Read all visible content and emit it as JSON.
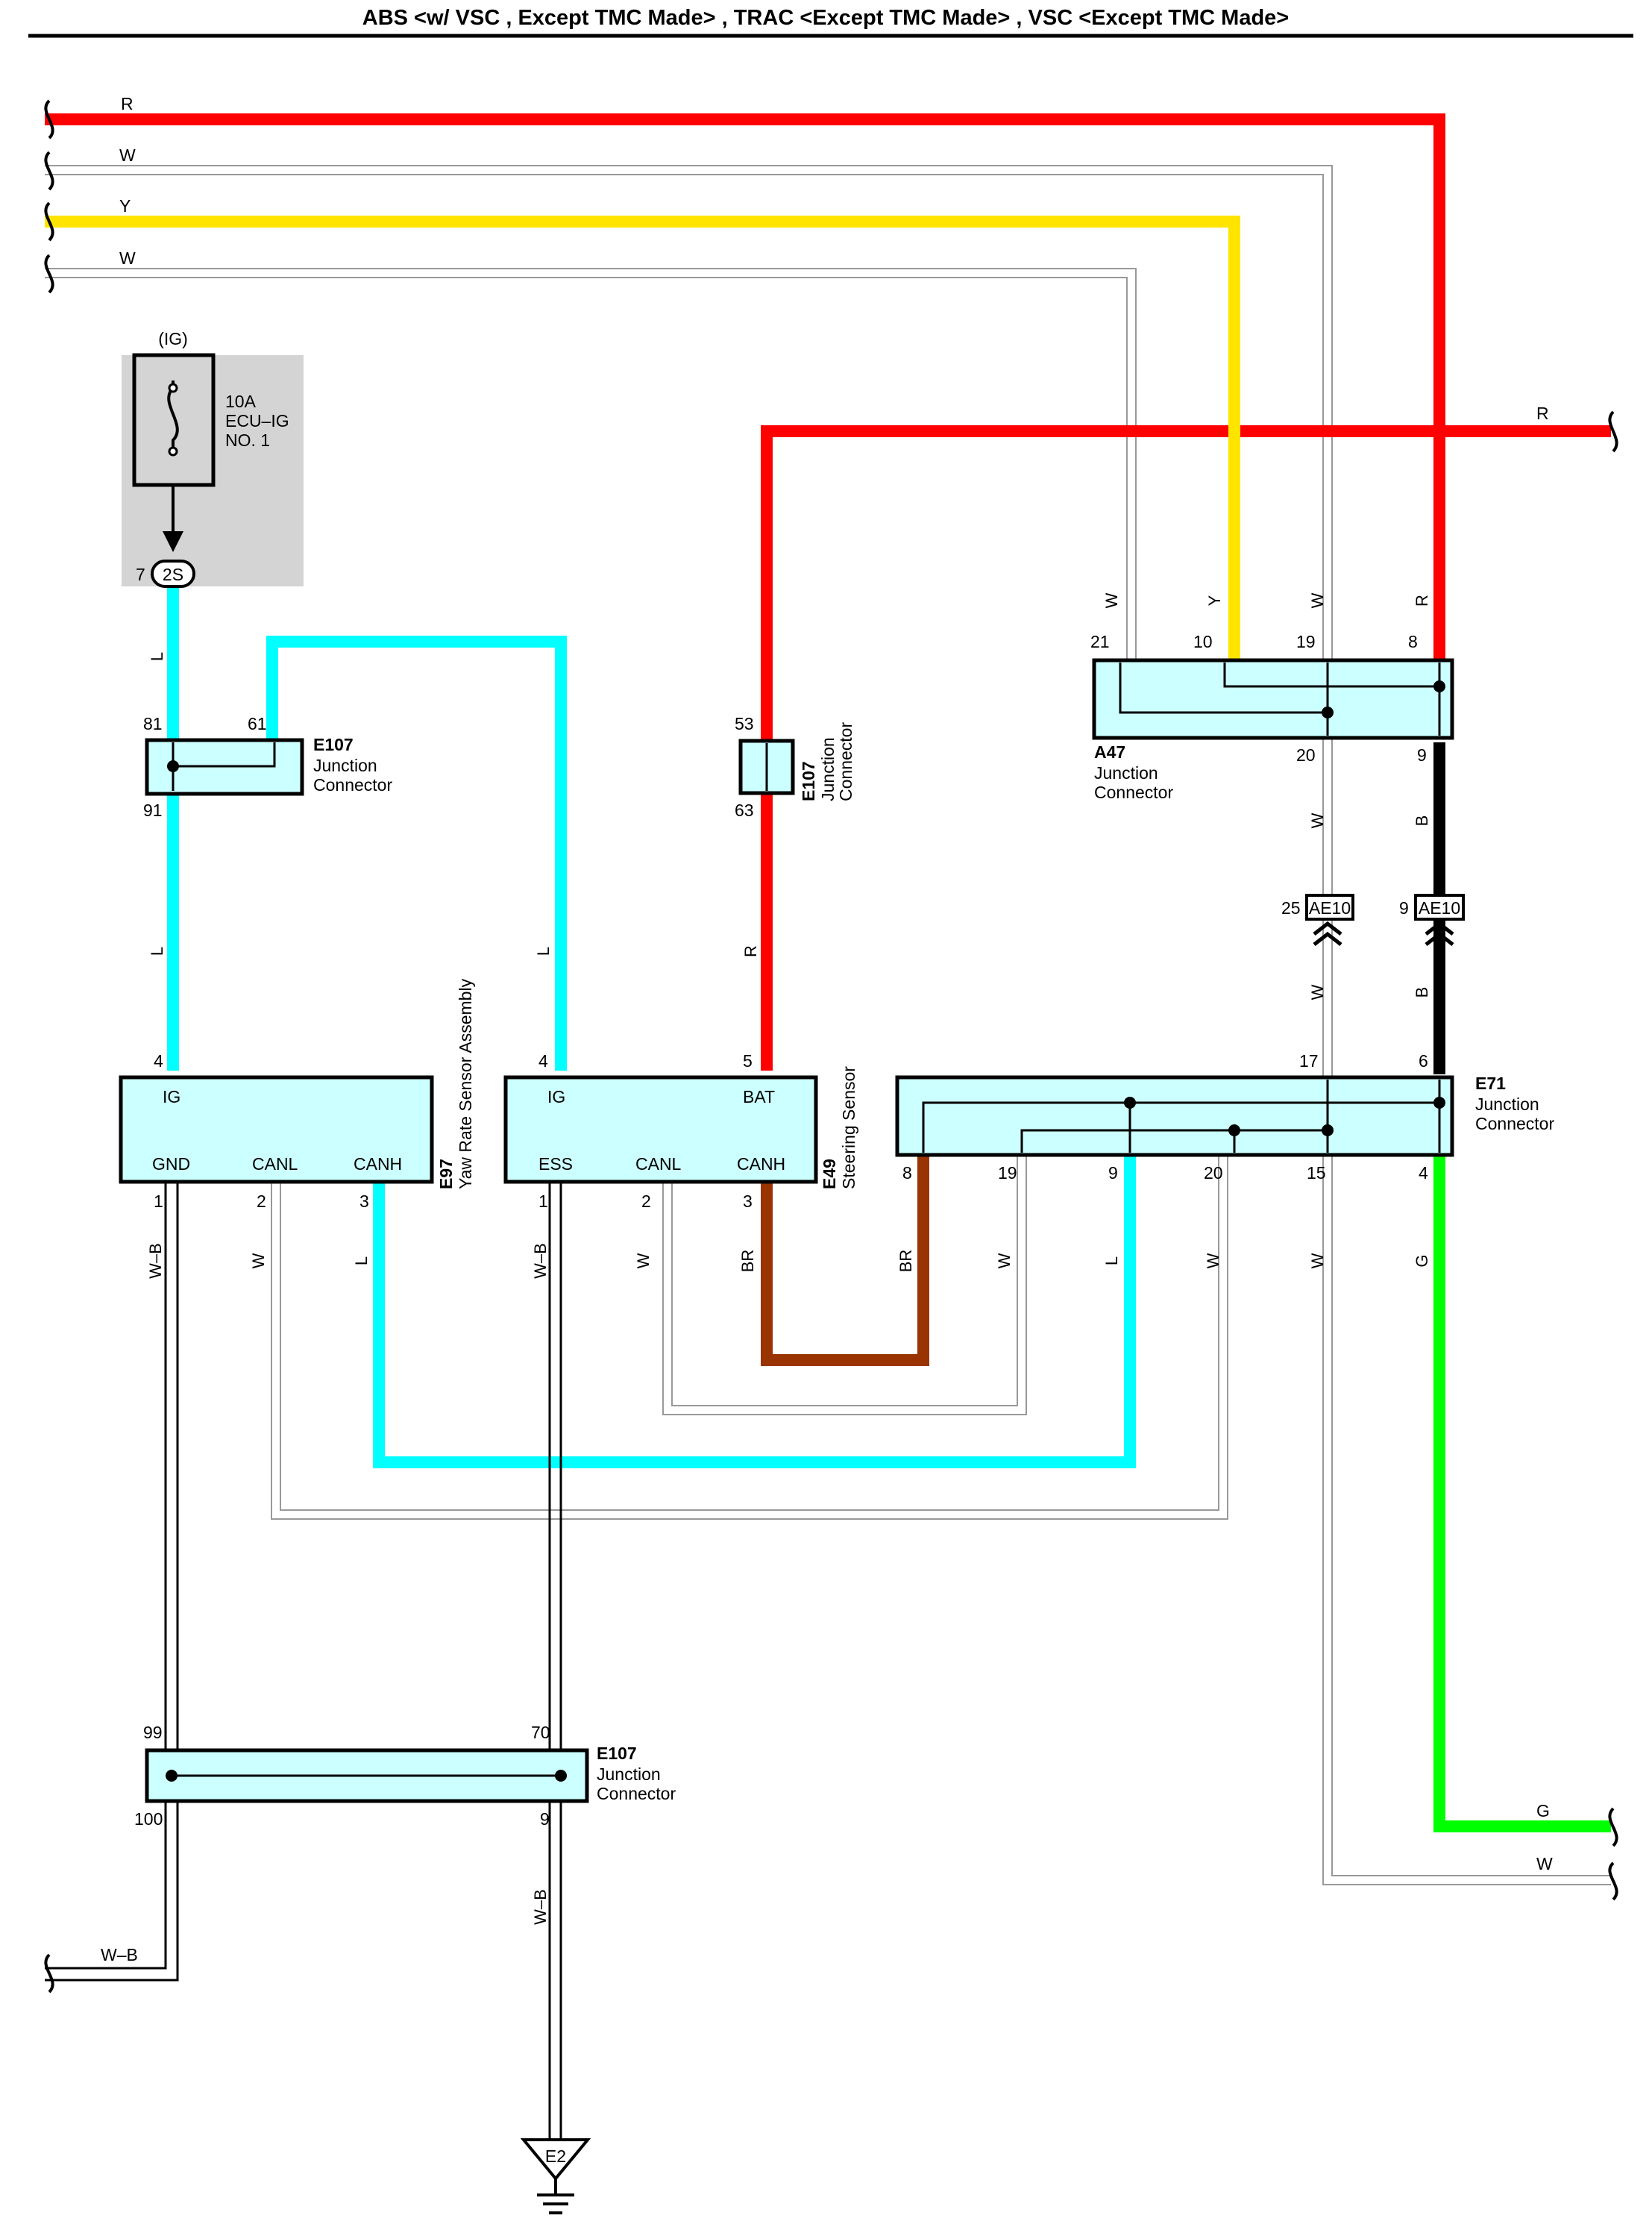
{
  "title": "ABS <w/ VSC , Except TMC Made> , TRAC <Except TMC Made> , VSC <Except TMC Made>",
  "colors": {
    "R": "#ff0000",
    "Y": "#ffe400",
    "L": "#00ffff",
    "B": "#000000",
    "G": "#00ff00",
    "BR": "#993300",
    "W": "#aaaaaa",
    "component_fill": "#ccffff",
    "fuse_bg": "#d4d4d4"
  },
  "left_wires": {
    "R": "R",
    "W1": "W",
    "Y": "Y",
    "W2": "W",
    "WB": "W–B"
  },
  "right_wires": {
    "R": "R",
    "G": "G",
    "W": "W"
  },
  "fuse": {
    "power_source": "(IG)",
    "rating": "10A",
    "name_line1": "ECU–IG",
    "name_line2": "NO. 1",
    "connector": "2S",
    "pin": "7"
  },
  "e107_top": {
    "code": "E107",
    "line1": "Junction",
    "line2": "Connector",
    "pins": [
      "81",
      "61",
      "91"
    ]
  },
  "e107_mid": {
    "code": "E107",
    "line1": "Junction",
    "line2": "Connector",
    "pins": [
      "53",
      "63"
    ]
  },
  "e107_bottom": {
    "code": "E107",
    "line1": "Junction",
    "line2": "Connector",
    "pins": [
      "99",
      "70",
      "100",
      "9"
    ]
  },
  "a47": {
    "code": "A47",
    "line1": "Junction",
    "line2": "Connector",
    "pins": [
      "21",
      "10",
      "19",
      "8",
      "20",
      "9"
    ],
    "wire_labels": [
      "W",
      "Y",
      "W",
      "R",
      "W",
      "B"
    ]
  },
  "ae10": {
    "left": "AE10",
    "left_pin": "25",
    "right": "AE10",
    "right_pin": "9"
  },
  "e97": {
    "code": "E97",
    "name": "Yaw Rate Sensor Assembly",
    "terminals": {
      "ig": "IG",
      "gnd": "GND",
      "canl": "CANL",
      "canh": "CANH"
    },
    "pins": {
      "ig": "4",
      "gnd": "1",
      "canl": "2",
      "canh": "3"
    }
  },
  "e49": {
    "code": "E49",
    "name": "Steering Sensor",
    "terminals": {
      "ig": "IG",
      "bat": "BAT",
      "ess": "ESS",
      "canl": "CANL",
      "canh": "CANH"
    },
    "pins": {
      "ig": "4",
      "bat": "5",
      "ess": "1",
      "canl": "2",
      "canh": "3"
    }
  },
  "e71": {
    "code": "E71",
    "line1": "Junction",
    "line2": "Connector",
    "pins_top": [
      "17",
      "6"
    ],
    "pins_bottom": [
      "8",
      "19",
      "9",
      "20",
      "15",
      "4"
    ]
  },
  "wire_labels": {
    "ig_feed": [
      "L",
      "L"
    ],
    "e49_ig": "L",
    "e49_bat": "R",
    "ae10_w": "W",
    "ae10_b": "B",
    "e97_bottom": [
      "W–B",
      "W",
      "L"
    ],
    "e49_bottom": [
      "W–B",
      "W",
      "BR"
    ],
    "e71_bottom": [
      "BR",
      "W",
      "L",
      "W",
      "W",
      "G"
    ],
    "ground_wire": "W–B"
  },
  "ground": {
    "code": "E2"
  }
}
